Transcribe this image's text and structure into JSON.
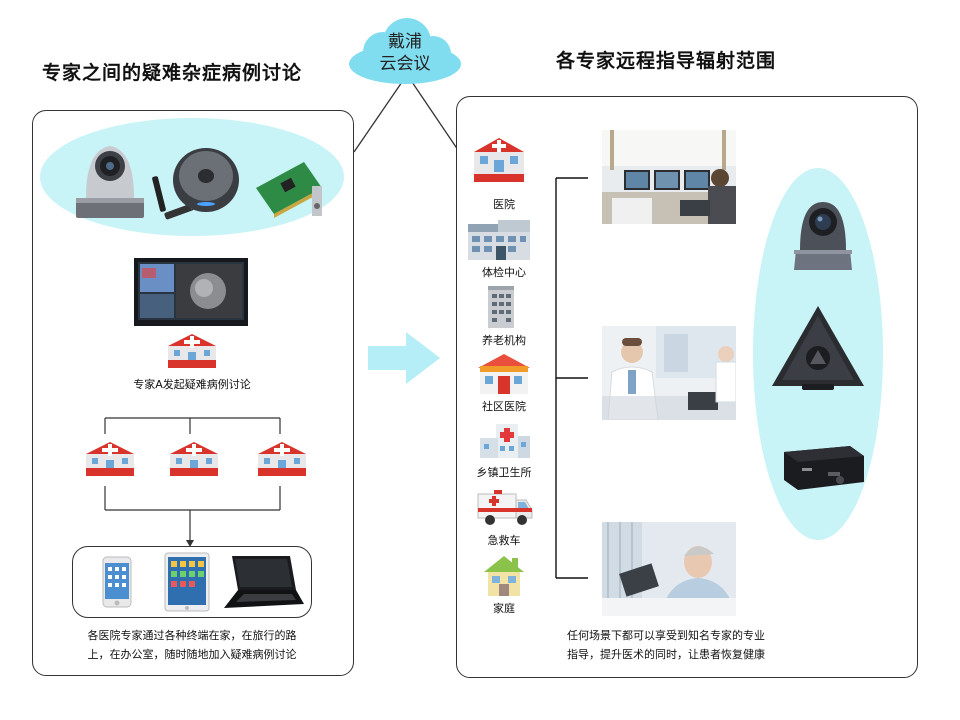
{
  "cloud": {
    "line1": "戴浦",
    "line2": "云会议"
  },
  "left": {
    "title": "专家之间的疑难杂症病例讨论",
    "initiator_label": "专家A发起疑难病例讨论",
    "caption_line1": "各医院专家通过各种终端在家，在旅行的路",
    "caption_line2": "上，在办公室，随时随地加入疑难病例讨论"
  },
  "right": {
    "title": "各专家远程指导辐射范围",
    "sites": [
      {
        "label": "医院"
      },
      {
        "label": "体检中心"
      },
      {
        "label": "养老机构"
      },
      {
        "label": "社区医院"
      },
      {
        "label": "乡镇卫生所"
      },
      {
        "label": "急救车"
      },
      {
        "label": "家庭"
      }
    ],
    "caption_line1": "任何场景下都可以享受到知名专家的专业",
    "caption_line2": "指导，提升医术的同时，让患者恢复健康"
  },
  "colors": {
    "ellipse": "#c8f3f7",
    "arrow": "#b5eef6",
    "cloud": "#80ddef",
    "hospital_red": "#d9342b"
  }
}
